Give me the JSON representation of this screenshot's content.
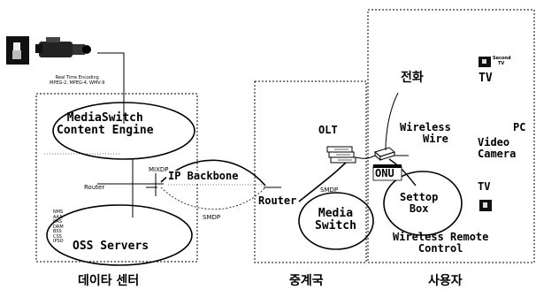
{
  "camera_caption": [
    "Real Time Encoding",
    "MPEG-2, MPEG-4, WMV-9"
  ],
  "datacenter": {
    "engine": [
      "MediaSwitch",
      "Content Engine"
    ],
    "mixdp_label": "MIXDP",
    "router_label": "Router",
    "oss_servers": "OSS Servers",
    "service_labels": [
      "NMS",
      "AAA",
      "CAS",
      "DRM",
      "BSS",
      "CSS",
      "IPSO"
    ],
    "region_label": "데이타 센터"
  },
  "ip_backbone": "IP Backbone",
  "backbone_link_label": "SMDP",
  "central": {
    "olt": "OLT",
    "smdp_label": "SMDP",
    "router": "Router",
    "media_switch": [
      "Media",
      "Switch"
    ],
    "region_label": "중계국"
  },
  "user": {
    "phone": "전화",
    "tv1": "TV",
    "second_tv": [
      "Second",
      "TV"
    ],
    "wireless_wire": [
      "Wireless",
      "Wire"
    ],
    "pc": "PC",
    "video_camera": [
      "Video",
      "Camera"
    ],
    "onu": "ONU",
    "settop_box": [
      "Settop",
      "Box"
    ],
    "tv2": "TV",
    "wireless_remote": [
      "Wireless Remote",
      "Control"
    ],
    "region_label": "사용자"
  },
  "colors": {
    "ink": "#000000",
    "paper": "#ffffff"
  },
  "icons": [
    "video-camera-icon",
    "presenter-icon",
    "tv-screen-icon",
    "olt-device-icon",
    "onu-device-icon"
  ]
}
